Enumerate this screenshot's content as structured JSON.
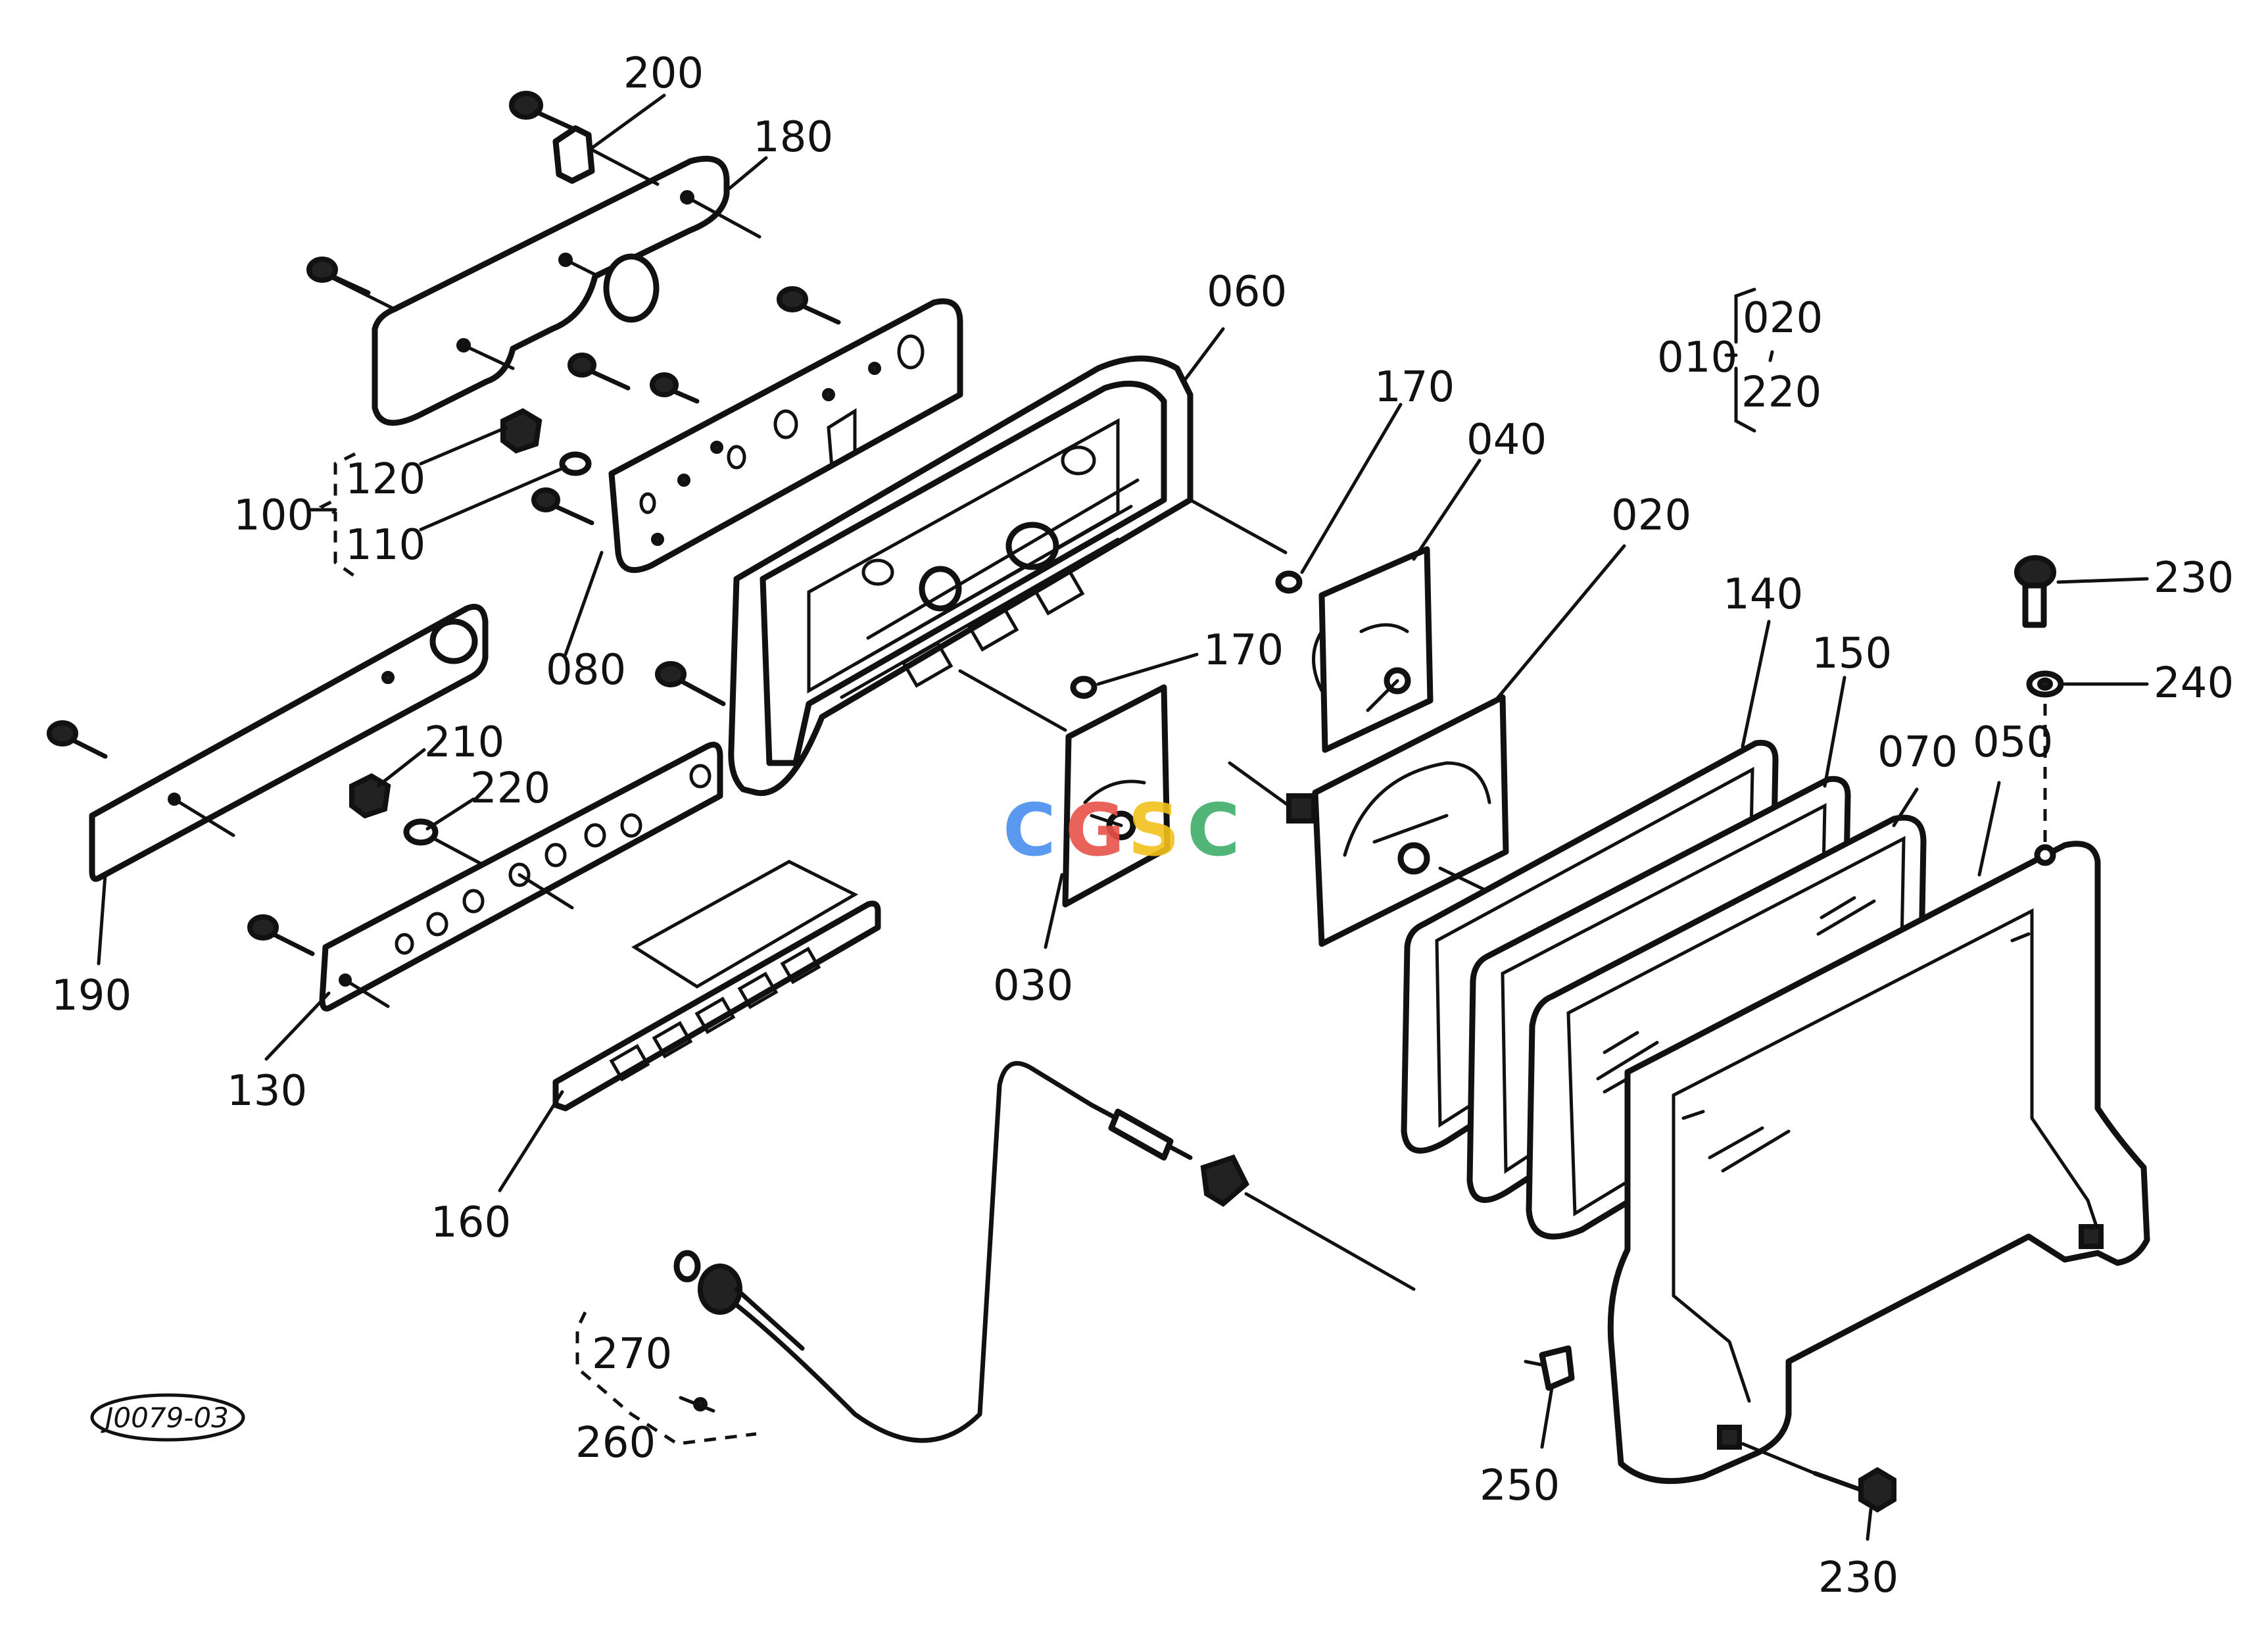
{
  "diagram_code": "J0079-03",
  "watermark": {
    "letters": [
      "C",
      "G",
      "S",
      "C"
    ],
    "colors": [
      "#4a8ef0",
      "#e8534a",
      "#f2c21b",
      "#3fae6a"
    ]
  },
  "labels": {
    "p010": "010",
    "p020_top": "020",
    "p220_top": "220",
    "p020": "020",
    "p030": "030",
    "p040": "040",
    "p050": "050",
    "p060": "060",
    "p070": "070",
    "p080": "080",
    "p100": "100",
    "p110": "110",
    "p120": "120",
    "p130": "130",
    "p140": "140",
    "p150": "150",
    "p160": "160",
    "p170_upper": "170",
    "p170_lower": "170",
    "p180": "180",
    "p190": "190",
    "p200": "200",
    "p210": "210",
    "p220": "220",
    "p230_upper": "230",
    "p230_lower": "230",
    "p240": "240",
    "p250": "250",
    "p260": "260",
    "p270": "270"
  }
}
